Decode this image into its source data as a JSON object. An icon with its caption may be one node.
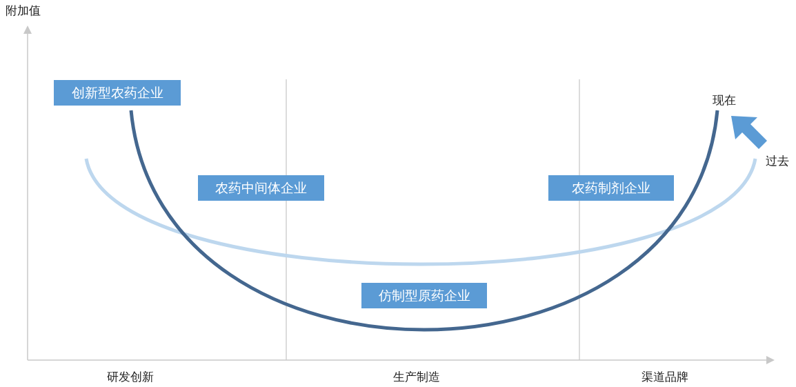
{
  "diagram": {
    "nodes": [
      {
        "text": [
          "创新型农药企业"
        ]
      },
      {
        "text": [
          "农药中间体企业"
        ]
      },
      {
        "text": [
          "农药制剂企业"
        ]
      },
      {
        "text": [
          "仿制型原药企业"
        ]
      }
    ],
    "labels": [
      "附加值",
      "现在",
      "过去",
      "研发创新",
      "生产制造",
      "渠道品牌"
    ]
  }
}
